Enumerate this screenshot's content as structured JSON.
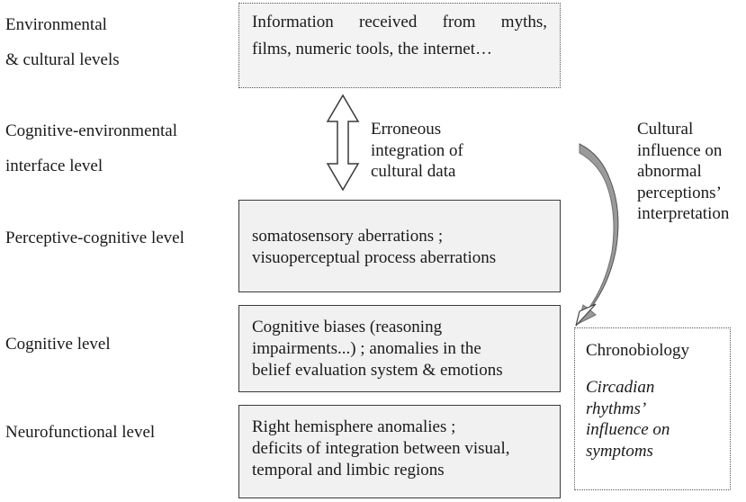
{
  "levels": {
    "environmental": [
      "Environmental",
      "& cultural levels"
    ],
    "interface": [
      "Cognitive-environmental",
      "interface level"
    ],
    "perceptive": "Perceptive-cognitive level",
    "cognitive": "Cognitive level",
    "neurofunctional": "Neurofunctional level"
  },
  "boxes": {
    "information": [
      "Information received from myths,",
      "films, numeric tools, the internet…"
    ],
    "perceptive": [
      "somatosensory aberrations ;",
      "visuoperceptual process aberrations"
    ],
    "cognitive": [
      "Cognitive biases (reasoning",
      "impairments...) ; anomalies in the",
      "belief evaluation system & emotions"
    ],
    "neurofunctional": [
      "Right hemisphere anomalies ;",
      "deficits of integration between visual,",
      "temporal and limbic regions"
    ]
  },
  "arrows": {
    "integration": [
      "Erroneous",
      "integration of",
      "cultural data"
    ],
    "cultural_influence": [
      "Cultural",
      "influence on",
      "abnormal",
      "perceptions’",
      "interpretation"
    ]
  },
  "chronobiology": {
    "title": "Chronobiology",
    "description": [
      "Circadian",
      "rhythms’",
      "influence on",
      "symptoms"
    ]
  }
}
